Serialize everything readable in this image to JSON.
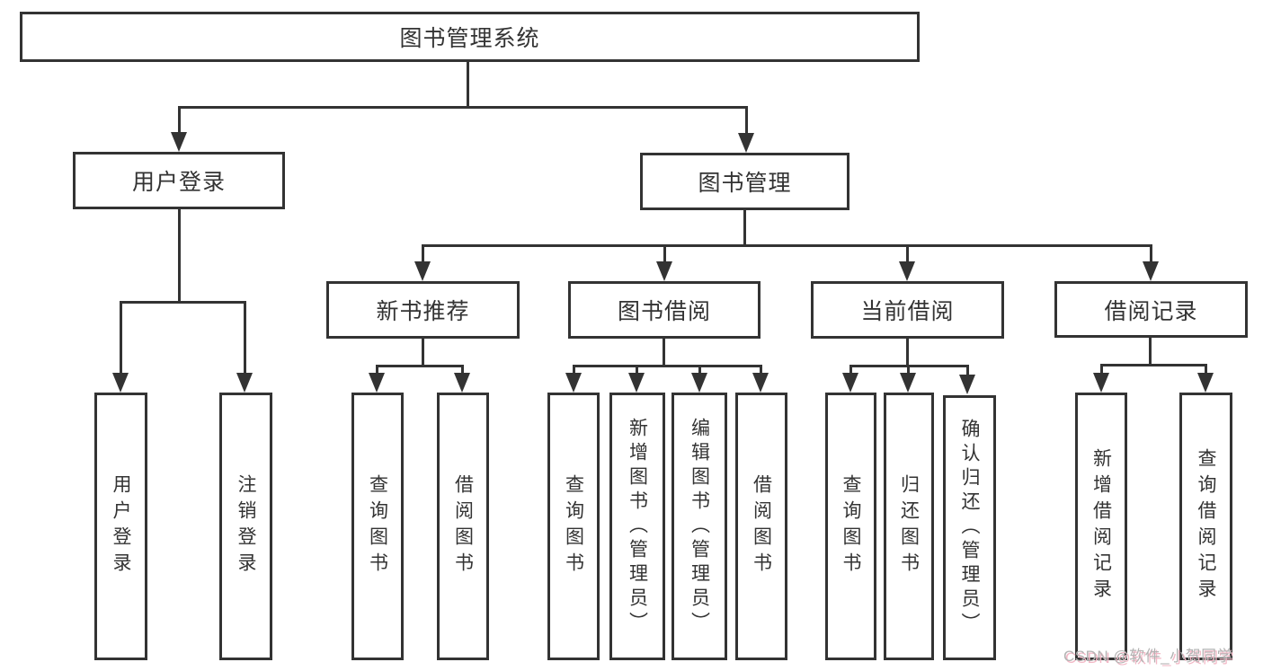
{
  "diagram": {
    "root": {
      "label": "图书管理系统"
    },
    "level2": [
      {
        "label": "用户登录"
      },
      {
        "label": "图书管理"
      }
    ],
    "level3": [
      {
        "label": "新书推荐"
      },
      {
        "label": "图书借阅"
      },
      {
        "label": "当前借阅"
      },
      {
        "label": "借阅记录"
      }
    ],
    "leaves": {
      "user_login": [
        "用户登录",
        "注销登录"
      ],
      "new_book": [
        "查询图书",
        "借阅图书"
      ],
      "book_borrow": [
        "查询图书",
        "新增图书（管理员）",
        "编辑图书（管理员）",
        "借阅图书"
      ],
      "current_borrow": [
        "查询图书",
        "归还图书",
        "确认归还（管理员）"
      ],
      "borrow_record": [
        "新增借阅记录",
        "查询借阅记录"
      ]
    }
  },
  "watermark": {
    "text": "CSDN @软件_小贺同学"
  },
  "colors": {
    "line": "#333333",
    "text": "#333333",
    "background": "#ffffff",
    "watermark_gray": "#b3b3b3",
    "watermark_pink": "#f2b8c6"
  }
}
